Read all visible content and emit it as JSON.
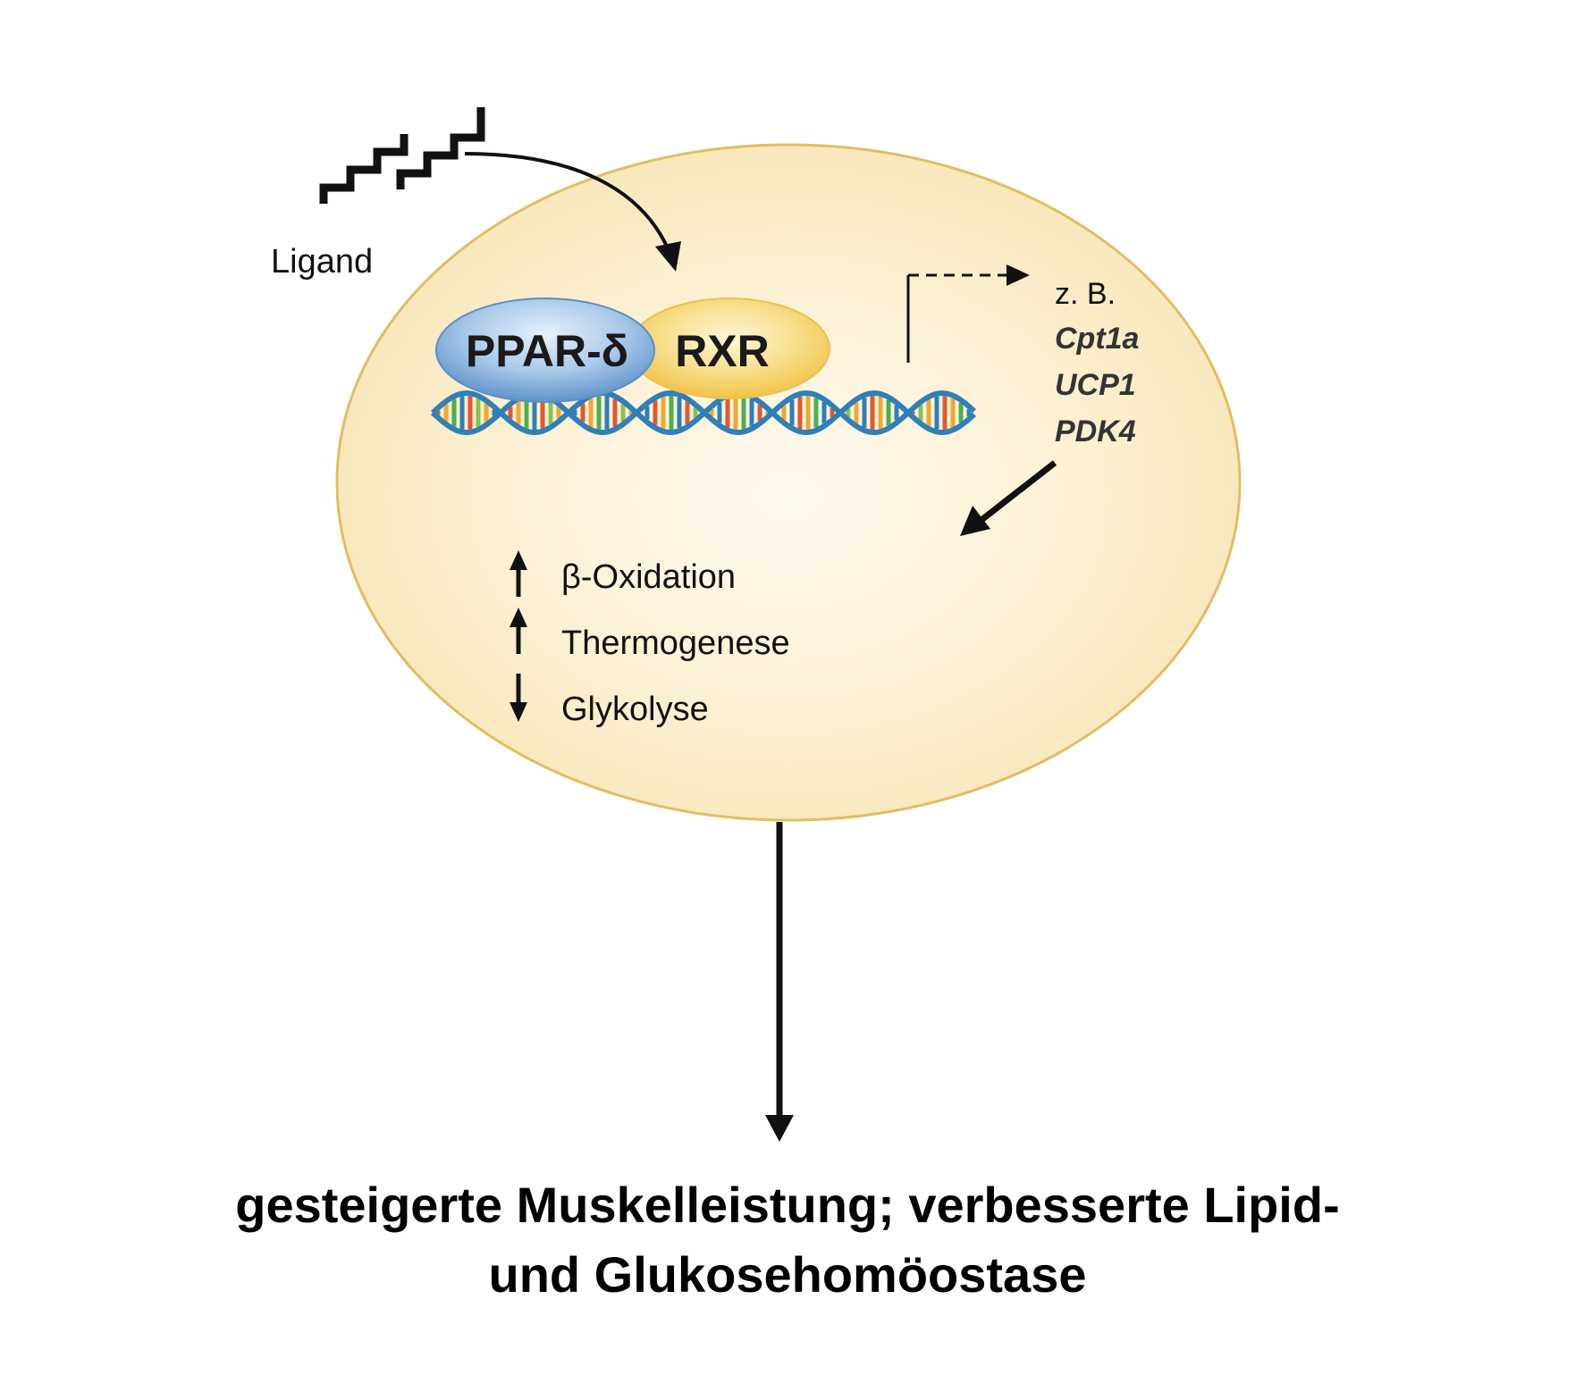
{
  "ligand": {
    "label": "Ligand"
  },
  "receptors": {
    "ppar": "PPAR-δ",
    "rxr": "RXR"
  },
  "target_genes": {
    "prefix": "z. B.",
    "genes": [
      "Cpt1a",
      "UCP1",
      "PDK4"
    ]
  },
  "effects": [
    {
      "label": "β-Oxidation",
      "direction": "up"
    },
    {
      "label": "Thermogenese",
      "direction": "up"
    },
    {
      "label": "Glykolyse",
      "direction": "down"
    }
  ],
  "outcome": {
    "line1": "gesteigerte Muskelleistung; verbesserte Lipid-",
    "line2": "und Glukosehomöostase"
  },
  "colors": {
    "cell_fill": "#fbeec9",
    "cell_stroke": "#e6c36a",
    "ppar_blue": "#7fb1de",
    "rxr_yellow": "#f4cf55",
    "dna_blue": "#2f7fb8"
  }
}
